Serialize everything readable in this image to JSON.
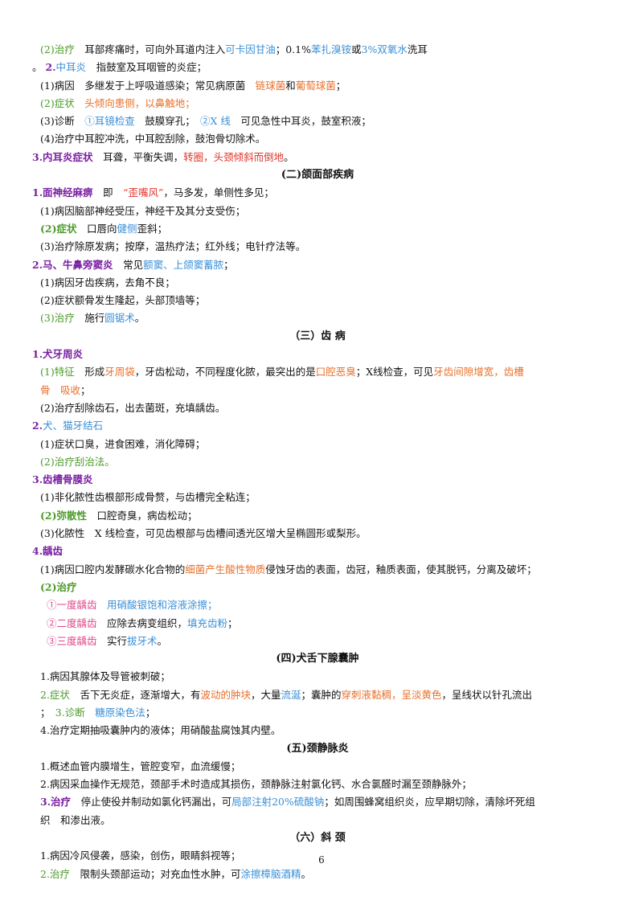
{
  "lines": [
    {
      "cls": "in",
      "segs": [
        [
          "gr",
          "(2)治疗"
        ],
        [
          "",
          "　耳部疼痛时，可向外耳道内注入"
        ],
        [
          "bl",
          "可卡因甘油"
        ],
        [
          "",
          "；0.1%"
        ],
        [
          "bl",
          "苯扎溴铵"
        ],
        [
          "",
          "或"
        ],
        [
          "bl",
          "3%双氧水"
        ],
        [
          "",
          "洗耳"
        ]
      ]
    },
    {
      "cls": "",
      "segs": [
        [
          "",
          "。 "
        ],
        [
          "pu",
          "2."
        ],
        [
          "bl",
          "中耳炎"
        ],
        [
          "",
          "　指鼓室及耳咽管的炎症；"
        ]
      ]
    },
    {
      "cls": "in",
      "segs": [
        [
          "",
          "(1)病因　多继发于上呼吸道感染；常见病原菌　"
        ],
        [
          "or",
          "链球菌"
        ],
        [
          "",
          "和"
        ],
        [
          "or",
          "葡萄球菌"
        ],
        [
          "",
          "；"
        ]
      ]
    },
    {
      "cls": "in",
      "segs": [
        [
          "gr",
          "(2)症状　"
        ],
        [
          "or",
          "头倾向患侧，以鼻触地；"
        ]
      ]
    },
    {
      "cls": "in",
      "segs": [
        [
          "",
          "(3)诊断　"
        ],
        [
          "bl",
          "①耳镜检查"
        ],
        [
          "",
          "　鼓膜穿孔；　"
        ],
        [
          "bl",
          "②X 线"
        ],
        [
          "",
          "　可见急性中耳炎，鼓室积液；"
        ]
      ]
    },
    {
      "cls": "in",
      "segs": [
        [
          "",
          "(4)治疗中耳腔冲洗，中耳腔刮除，鼓泡骨切除术。"
        ]
      ]
    },
    {
      "cls": "",
      "segs": [
        [
          "pu",
          "3.内耳炎症状"
        ],
        [
          "",
          "　耳聋，平衡失调，"
        ],
        [
          "rd",
          "转圈，头颈倾斜而倒地"
        ],
        [
          "",
          "。"
        ]
      ]
    },
    {
      "cls": "ctr",
      "segs": [
        [
          "b",
          "(二)颌面部疾病"
        ]
      ]
    },
    {
      "cls": "",
      "segs": [
        [
          "pu",
          "1.面神经麻痹"
        ],
        [
          "",
          "　即　"
        ],
        [
          "rd",
          "“歪嘴风”"
        ],
        [
          "",
          "，马多发，单侧性多见；"
        ]
      ]
    },
    {
      "cls": "in",
      "segs": [
        [
          "",
          "(1)病因脑部神经受压，神经干及其分支受伤；"
        ]
      ]
    },
    {
      "cls": "in",
      "segs": [
        [
          "gb",
          "(2)症状"
        ],
        [
          "",
          "　口唇向"
        ],
        [
          "bl",
          "健侧"
        ],
        [
          "",
          "歪斜；"
        ]
      ]
    },
    {
      "cls": "in",
      "segs": [
        [
          "",
          "(3)治疗除原发病；按摩，温热疗法；红外线；电针疗法等。"
        ]
      ]
    },
    {
      "cls": "",
      "segs": [
        [
          "pu",
          "2.马、牛鼻旁窦炎"
        ],
        [
          "",
          "　常见"
        ],
        [
          "bl",
          "额窦、上颌窦蓄脓"
        ],
        [
          "",
          "；"
        ]
      ]
    },
    {
      "cls": "in",
      "segs": [
        [
          "",
          "(1)病因牙齿疾病，去角不良；"
        ]
      ]
    },
    {
      "cls": "in",
      "segs": [
        [
          "",
          "(2)症状额骨发生隆起，头部顶墙等；"
        ]
      ]
    },
    {
      "cls": "in",
      "segs": [
        [
          "gr",
          "(3)治疗"
        ],
        [
          "",
          "　施行"
        ],
        [
          "bl",
          "圆锯术"
        ],
        [
          "",
          "。"
        ]
      ]
    },
    {
      "cls": "ctr",
      "segs": [
        [
          "b",
          "（三）齿 病"
        ]
      ]
    },
    {
      "cls": "",
      "segs": [
        [
          "pu",
          "1.犬牙周炎"
        ]
      ]
    },
    {
      "cls": "in",
      "segs": [
        [
          "gr",
          "(1)特征"
        ],
        [
          "",
          "　形成"
        ],
        [
          "or",
          "牙周袋"
        ],
        [
          "",
          "，牙齿松动，不同程度化脓，最突出的是"
        ],
        [
          "or",
          "口腔恶臭"
        ],
        [
          "",
          "；X线检查，可见"
        ],
        [
          "or",
          "牙齿间隙增宽，齿槽"
        ]
      ]
    },
    {
      "cls": "in",
      "segs": [
        [
          "or",
          "骨　吸收"
        ],
        [
          "",
          "；"
        ]
      ]
    },
    {
      "cls": "in",
      "segs": [
        [
          "",
          "(2)治疗刮除齿石，出去菌斑，充填龋齿。"
        ]
      ]
    },
    {
      "cls": "",
      "segs": [
        [
          "pu",
          "2."
        ],
        [
          "bl",
          "犬、猫牙结石"
        ]
      ]
    },
    {
      "cls": "in",
      "segs": [
        [
          "",
          "(1)症状口臭，进食困难，消化障碍；"
        ]
      ]
    },
    {
      "cls": "in",
      "segs": [
        [
          "gr",
          "(2)治疗刮治法。"
        ]
      ]
    },
    {
      "cls": "",
      "segs": [
        [
          "pu",
          "3.齿槽骨膜炎"
        ]
      ]
    },
    {
      "cls": "in",
      "segs": [
        [
          "",
          "(1)非化脓性齿根部形成骨赘，与齿槽完全粘连；"
        ]
      ]
    },
    {
      "cls": "in",
      "segs": [
        [
          "gb",
          "(2)弥散性"
        ],
        [
          "",
          "　口腔奇臭，病齿松动；"
        ]
      ]
    },
    {
      "cls": "in",
      "segs": [
        [
          "",
          "(3)化脓性　X 线检查，可见齿根部与齿槽间透光区增大呈椭圆形或梨形。"
        ]
      ]
    },
    {
      "cls": "",
      "segs": [
        [
          "pu",
          "4.龋齿"
        ]
      ]
    },
    {
      "cls": "in",
      "segs": [
        [
          "",
          "(1)病因口腔内发酵碳水化合物的"
        ],
        [
          "or",
          "细菌产生酸性物质"
        ],
        [
          "",
          "侵蚀牙齿的表面，齿冠，釉质表面，使其脱钙，分离及破坏；"
        ]
      ]
    },
    {
      "cls": "in",
      "segs": [
        [
          "gb",
          "(2)治疗"
        ]
      ]
    },
    {
      "cls": "in2",
      "segs": [
        [
          "pk",
          "①一度龋齿"
        ],
        [
          "",
          "　"
        ],
        [
          "bl",
          "用硝酸银饱和溶液涂擦；"
        ]
      ]
    },
    {
      "cls": "in2",
      "segs": [
        [
          "pk",
          "②二度龋齿"
        ],
        [
          "",
          "　应除去病变组织，"
        ],
        [
          "bl",
          "填充齿粉"
        ],
        [
          "",
          "；"
        ]
      ]
    },
    {
      "cls": "in2",
      "segs": [
        [
          "pk",
          "③三度龋齿"
        ],
        [
          "",
          "　实行"
        ],
        [
          "bl",
          "拔牙术"
        ],
        [
          "",
          "。"
        ]
      ]
    },
    {
      "cls": "ctr",
      "segs": [
        [
          "b",
          "(四)犬舌下腺囊肿"
        ]
      ]
    },
    {
      "cls": "in",
      "segs": [
        [
          "",
          "1.病因其腺体及导管被刺破；"
        ]
      ]
    },
    {
      "cls": "in",
      "segs": [
        [
          "gr",
          "2.症状"
        ],
        [
          "",
          "　舌下无炎症，逐渐增大，有"
        ],
        [
          "or",
          "波动的肿块"
        ],
        [
          "",
          "，大量"
        ],
        [
          "bl",
          "流涎"
        ],
        [
          "",
          "；囊肿的"
        ],
        [
          "or",
          "穿刺液黏稠，呈淡黄色"
        ],
        [
          "",
          "，呈线状以针孔流出"
        ]
      ]
    },
    {
      "cls": "in",
      "segs": [
        [
          "",
          "；　"
        ],
        [
          "gr",
          "3.诊断"
        ],
        [
          "",
          "　"
        ],
        [
          "bl",
          "糖原染色法"
        ],
        [
          "",
          "；"
        ]
      ]
    },
    {
      "cls": "in",
      "segs": [
        [
          "",
          "4.治疗定期抽吸囊肿内的液体；用硝酸盐腐蚀其内壁。"
        ]
      ]
    },
    {
      "cls": "ctr",
      "segs": [
        [
          "b",
          "(五)颈静脉炎"
        ]
      ]
    },
    {
      "cls": "in",
      "segs": [
        [
          "",
          "1.概述血管内膜增生，管腔变窄，血流缓慢；"
        ]
      ]
    },
    {
      "cls": "in",
      "segs": [
        [
          "",
          "2.病因采血操作无规范，颈部手术时造成其损伤，颈静脉注射氯化钙、水合氯醛时漏至颈静脉外；"
        ]
      ]
    },
    {
      "cls": "in",
      "segs": [
        [
          "pu",
          "3.治疗"
        ],
        [
          "",
          "　停止使役并制动如氯化钙漏出，可"
        ],
        [
          "bl",
          "局部注射20%硫酸钠"
        ],
        [
          "",
          "；如周围蜂窝组织炎，应早期切除，清除坏死组"
        ]
      ]
    },
    {
      "cls": "in",
      "segs": [
        [
          "",
          "织　和渗出液。"
        ]
      ]
    },
    {
      "cls": "ctr",
      "segs": [
        [
          "b",
          "（六）斜 颈"
        ]
      ]
    },
    {
      "cls": "in",
      "segs": [
        [
          "",
          "1.病因冷风侵袭，感染，创伤，眼睛斜视等；"
        ]
      ]
    },
    {
      "cls": "in",
      "segs": [
        [
          "gr",
          "2.治疗"
        ],
        [
          "",
          "　限制头颈部运动；对充血性水肿，可"
        ],
        [
          "bl",
          "涂擦樟脑酒精"
        ],
        [
          "",
          "。"
        ]
      ]
    }
  ],
  "page_number": "6"
}
